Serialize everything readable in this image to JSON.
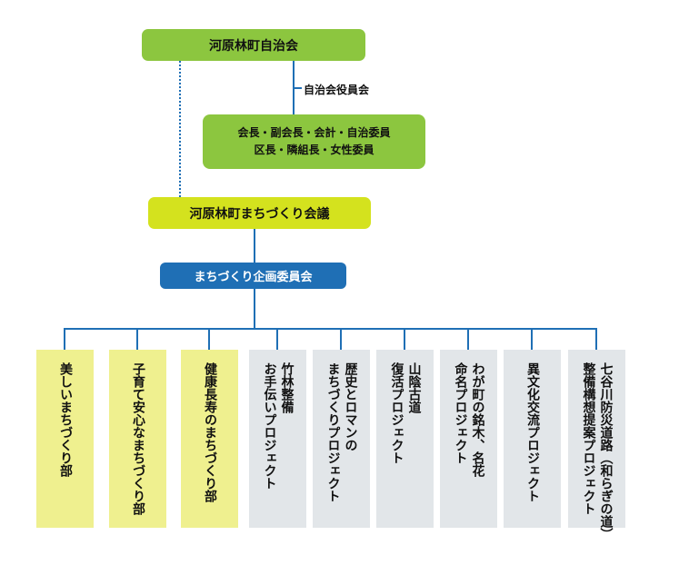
{
  "top_node": {
    "label": "河原林町自治会"
  },
  "officers": {
    "label": "自治会役員会",
    "lines": [
      "会長・副会長・会計・自治委員",
      "区長・隣組長・女性委員"
    ]
  },
  "council_node": {
    "label": "河原林町まちづくり会議"
  },
  "planning_node": {
    "label": "まちづくり企画委員会"
  },
  "departments": [
    {
      "label": "美しいまちづくり部",
      "kind": "dept"
    },
    {
      "label": "子育て安心なまちづくり部",
      "kind": "dept"
    },
    {
      "label": "健康長寿のまちづくり部",
      "kind": "dept"
    },
    {
      "label": "竹林整備\nお手伝いプロジェクト",
      "kind": "project"
    },
    {
      "label": "歴史とロマンの\nまちづくりプロジェクト",
      "kind": "project"
    },
    {
      "label": "山陰古道\n復活プロジェクト",
      "kind": "project"
    },
    {
      "label": "わが町の銘木、名花\n命名プロジェクト",
      "kind": "project"
    },
    {
      "label": "異文化交流プロジェクト",
      "kind": "project"
    },
    {
      "label": "七谷川防災道路（和らぎの道）\n整備構想提案プロジェクト",
      "kind": "project"
    }
  ],
  "colors": {
    "green": "#8cc63f",
    "yellow_green": "#d4e21e",
    "blue": "#1f6fb5",
    "pale_yellow": "#eff08f",
    "light_gray": "#e2e6e9"
  }
}
